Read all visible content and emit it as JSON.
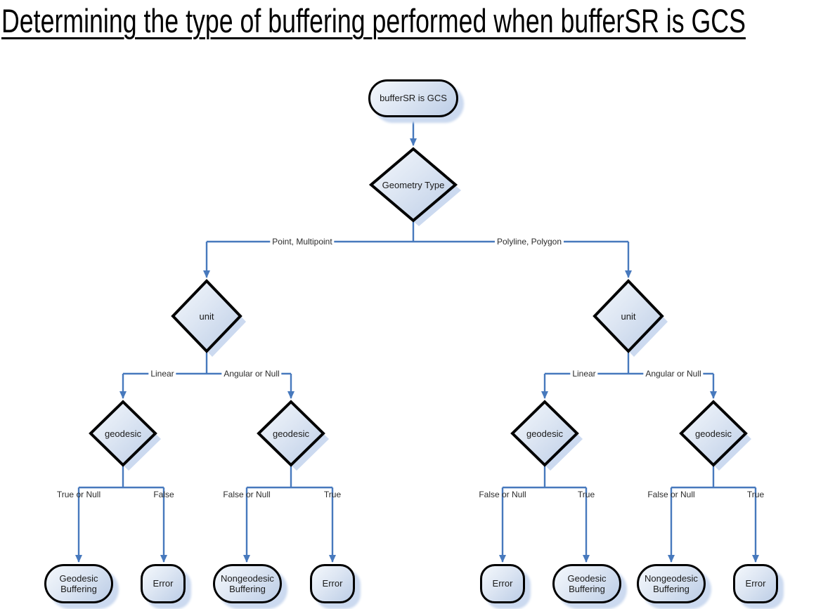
{
  "title": "Determining the type of buffering performed when bufferSR is GCS",
  "nodes": {
    "start": "bufferSR is GCS",
    "geometry": "Geometry Type",
    "unit_left": "unit",
    "unit_right": "unit",
    "geodesic_left_linear": "geodesic",
    "geodesic_left_angular": "geodesic",
    "geodesic_right_linear": "geodesic",
    "geodesic_right_angular": "geodesic"
  },
  "leaves": {
    "ll_true": "Geodesic Buffering",
    "ll_false": "Error",
    "la_false": "Nongeodesic Buffering",
    "la_true": "Error",
    "rl_false": "Error",
    "rl_true": "Geodesic Buffering",
    "ra_false": "Nongeodesic Buffering",
    "ra_true": "Error"
  },
  "edge_labels": {
    "geometry_left": "Point, Multipoint",
    "geometry_right": "Polyline, Polygon",
    "unit_left_linear": "Linear",
    "unit_left_angular": "Angular or Null",
    "unit_right_linear": "Linear",
    "unit_right_angular": "Angular or Null",
    "gll_left": "True or Null",
    "gll_right": "False",
    "gla_left": "False or Null",
    "gla_right": "True",
    "grl_left": "False or Null",
    "grl_right": "True",
    "gra_left": "False or Null",
    "gra_right": "True"
  },
  "colors": {
    "connector": "#4779bd",
    "node_border": "#000000",
    "node_fill_light": "#f4f8fc",
    "node_fill_dark": "#bccde6",
    "node_shadow": "#ccdaf0",
    "text": "#1a1a1a"
  }
}
